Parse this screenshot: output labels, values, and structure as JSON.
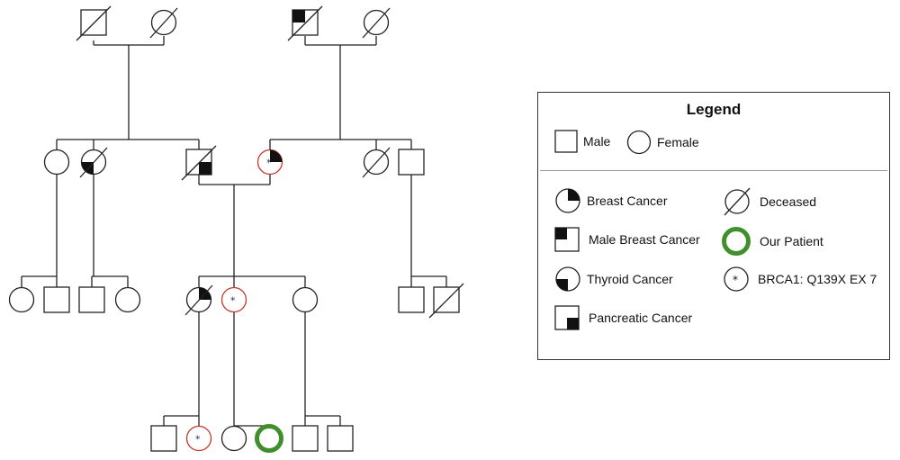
{
  "legend": {
    "title": "Legend",
    "male": "Male",
    "female": "Female",
    "breast_cancer": "Breast Cancer",
    "deceased": "Deceased",
    "male_breast_cancer": "Male Breast Cancer",
    "our_patient": "Our Patient",
    "thyroid_cancer": "Thyroid Cancer",
    "brca1": "BRCA1: Q139X EX 7",
    "pancreatic_cancer": "Pancreatic Cancer",
    "carrier_marker": "*"
  },
  "colors": {
    "carrier_outline": "#c0392b",
    "patient_ring": "#3f8f2a",
    "carrier_marker": "#1d2a5c"
  },
  "pedigree": {
    "generation_1": [
      {
        "sex": "male",
        "deceased": true,
        "conditions": []
      },
      {
        "sex": "female",
        "deceased": true,
        "conditions": []
      },
      {
        "sex": "male",
        "deceased": true,
        "conditions": [
          "male breast cancer"
        ]
      },
      {
        "sex": "female",
        "deceased": true,
        "conditions": []
      }
    ],
    "generation_2": [
      {
        "sex": "female",
        "deceased": false,
        "conditions": []
      },
      {
        "sex": "female",
        "deceased": true,
        "conditions": [
          "thyroid cancer"
        ]
      },
      {
        "sex": "male",
        "deceased": true,
        "conditions": [
          "pancreatic cancer"
        ]
      },
      {
        "sex": "female",
        "deceased": false,
        "conditions": [
          "breast cancer"
        ],
        "brca1_carrier": true
      },
      {
        "sex": "female",
        "deceased": true,
        "conditions": []
      },
      {
        "sex": "male",
        "deceased": false,
        "conditions": []
      }
    ],
    "generation_3": [
      {
        "sex": "female",
        "deceased": false,
        "conditions": []
      },
      {
        "sex": "male",
        "deceased": false,
        "conditions": []
      },
      {
        "sex": "male",
        "deceased": false,
        "conditions": []
      },
      {
        "sex": "female",
        "deceased": false,
        "conditions": []
      },
      {
        "sex": "female",
        "deceased": true,
        "conditions": [
          "breast cancer"
        ]
      },
      {
        "sex": "female",
        "deceased": false,
        "conditions": [],
        "brca1_carrier": true
      },
      {
        "sex": "female",
        "deceased": false,
        "conditions": []
      },
      {
        "sex": "male",
        "deceased": false,
        "conditions": []
      },
      {
        "sex": "male",
        "deceased": true,
        "conditions": []
      }
    ],
    "generation_4": [
      {
        "sex": "male",
        "deceased": false,
        "conditions": []
      },
      {
        "sex": "female",
        "deceased": false,
        "conditions": [],
        "brca1_carrier": true
      },
      {
        "sex": "female",
        "deceased": false,
        "conditions": []
      },
      {
        "sex": "female",
        "deceased": false,
        "conditions": [],
        "our_patient": true
      },
      {
        "sex": "male",
        "deceased": false,
        "conditions": []
      },
      {
        "sex": "male",
        "deceased": false,
        "conditions": []
      }
    ]
  }
}
